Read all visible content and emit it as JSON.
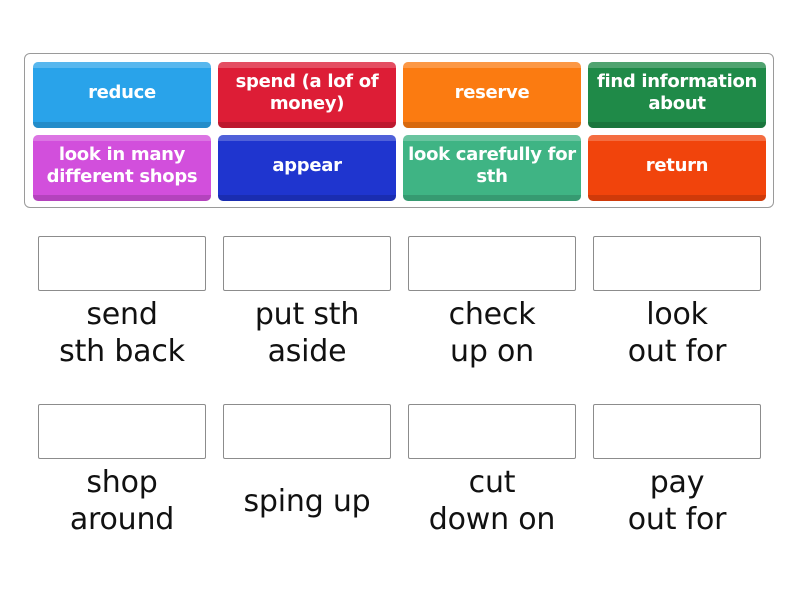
{
  "activity": {
    "type": "match-up",
    "tiles": [
      {
        "label": "reduce",
        "color": "#29a3ea"
      },
      {
        "label": "spend (a lof of money)",
        "color": "#dd1d36"
      },
      {
        "label": "reserve",
        "color": "#fb7b11"
      },
      {
        "label": "find information about",
        "color": "#1f8a48"
      },
      {
        "label": "look in many different shops",
        "color": "#d24fdc"
      },
      {
        "label": "appear",
        "color": "#1f35cf"
      },
      {
        "label": "look carefully for sth",
        "color": "#3fb484"
      },
      {
        "label": "return",
        "color": "#f1440c"
      }
    ],
    "targets": [
      {
        "label": "send\nsth back",
        "answer": ""
      },
      {
        "label": "put sth\naside",
        "answer": ""
      },
      {
        "label": "check\nup on",
        "answer": ""
      },
      {
        "label": "look\nout for",
        "answer": ""
      },
      {
        "label": "shop\naround",
        "answer": ""
      },
      {
        "label": "sping up",
        "answer": ""
      },
      {
        "label": "cut\ndown on",
        "answer": ""
      },
      {
        "label": "pay\nout for",
        "answer": ""
      }
    ]
  }
}
